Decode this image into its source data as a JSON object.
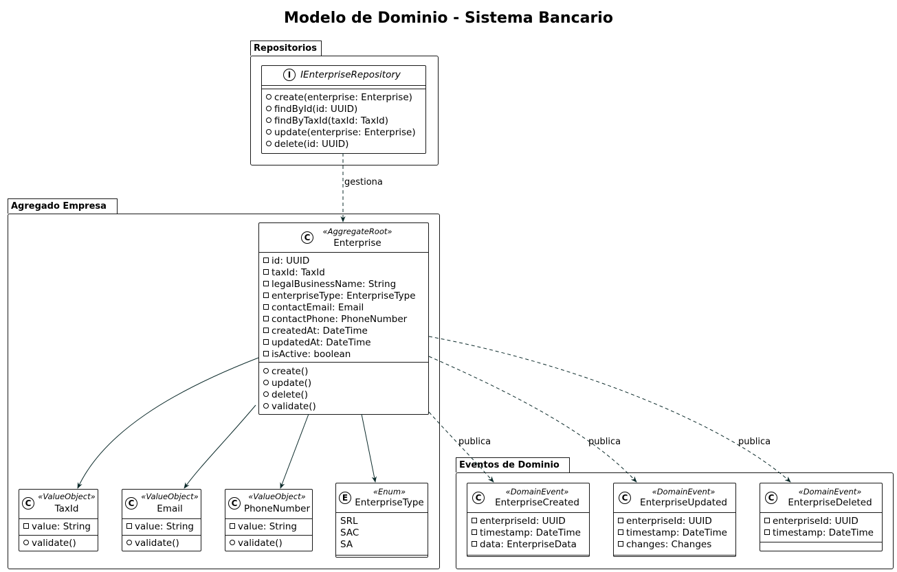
{
  "title": "Modelo de Dominio - Sistema Bancario",
  "colors": {
    "line": "#0b2a2a",
    "border": "#181818"
  },
  "packages": {
    "repos": "Repositorios",
    "agg": "Agregado Empresa",
    "events": "Eventos de Dominio"
  },
  "repository": {
    "badge": "I",
    "name": "IEnterpriseRepository",
    "methods": [
      "create(enterprise: Enterprise)",
      "findById(id: UUID)",
      "findByTaxId(taxId: TaxId)",
      "update(enterprise: Enterprise)",
      "delete(id: UUID)"
    ]
  },
  "enterprise": {
    "badge": "C",
    "stereotype": "«AggregateRoot»",
    "name": "Enterprise",
    "fields": [
      "id: UUID",
      "taxId: TaxId",
      "legalBusinessName: String",
      "enterpriseType: EnterpriseType",
      "contactEmail: Email",
      "contactPhone: PhoneNumber",
      "createdAt: DateTime",
      "updatedAt: DateTime",
      "isActive: boolean"
    ],
    "methods": [
      "create()",
      "update()",
      "delete()",
      "validate()"
    ]
  },
  "valueObjects": [
    {
      "badge": "C",
      "stereotype": "«ValueObject»",
      "name": "TaxId",
      "field": "value: String",
      "method": "validate()"
    },
    {
      "badge": "C",
      "stereotype": "«ValueObject»",
      "name": "Email",
      "field": "value: String",
      "method": "validate()"
    },
    {
      "badge": "C",
      "stereotype": "«ValueObject»",
      "name": "PhoneNumber",
      "field": "value: String",
      "method": "validate()"
    }
  ],
  "enum": {
    "badge": "E",
    "stereotype": "«Enum»",
    "name": "EnterpriseType",
    "values": [
      "SRL",
      "SAC",
      "SA"
    ]
  },
  "events": [
    {
      "badge": "C",
      "stereotype": "«DomainEvent»",
      "name": "EnterpriseCreated",
      "fields": [
        "enterpriseId: UUID",
        "timestamp: DateTime",
        "data: EnterpriseData"
      ]
    },
    {
      "badge": "C",
      "stereotype": "«DomainEvent»",
      "name": "EnterpriseUpdated",
      "fields": [
        "enterpriseId: UUID",
        "timestamp: DateTime",
        "changes: Changes"
      ]
    },
    {
      "badge": "C",
      "stereotype": "«DomainEvent»",
      "name": "EnterpriseDeleted",
      "fields": [
        "enterpriseId: UUID",
        "timestamp: DateTime"
      ]
    }
  ],
  "edgeLabels": {
    "gestiona": "gestiona",
    "publica1": "publica",
    "publica2": "publica",
    "publica3": "publica"
  }
}
